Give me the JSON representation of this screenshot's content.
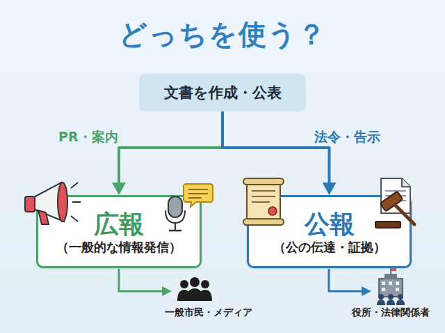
{
  "diagram": {
    "title": "どっちを使う？",
    "nodes": [
      {
        "text": [
          "文書を作成・公表"
        ]
      },
      {
        "text": [
          "広報",
          "（一般的な情報発信）"
        ]
      },
      {
        "text": [
          "公報",
          "（公の伝達・証拠）"
        ]
      }
    ],
    "edges": [
      {
        "from": 0,
        "to": 1,
        "label": "PR・案内",
        "arrow": "to"
      },
      {
        "from": 0,
        "to": 2,
        "label": "法令・告示",
        "arrow": "to"
      }
    ],
    "labels": [
      "一般市民・メディア",
      "役所・法律関係者"
    ]
  }
}
